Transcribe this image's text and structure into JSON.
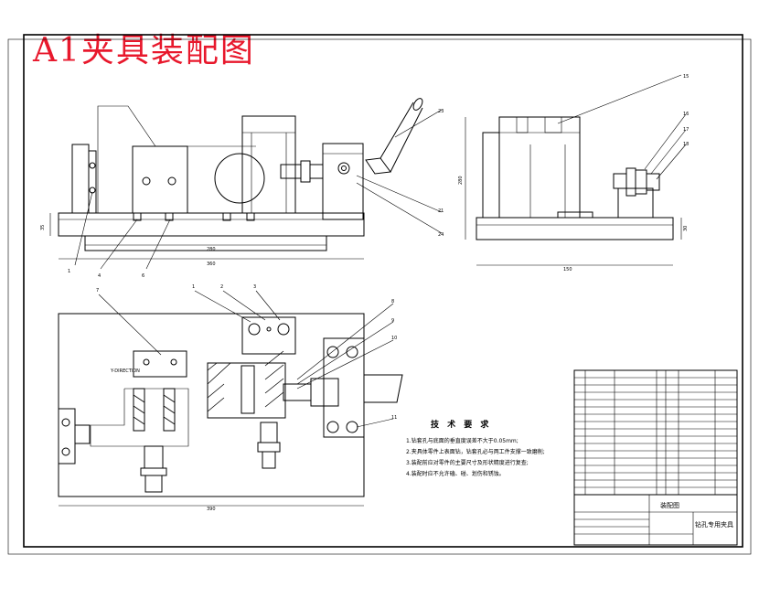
{
  "title": "A1夹具装配图",
  "front_view": {
    "dimensions": [
      "280",
      "360",
      "35"
    ],
    "balloons": [
      "1",
      "4",
      "6",
      "23",
      "21",
      "24"
    ]
  },
  "side_view": {
    "dimensions": [
      "150",
      "280",
      "30"
    ],
    "balloons": [
      "15",
      "16",
      "17",
      "18"
    ]
  },
  "top_view": {
    "dimensions": [
      "390"
    ],
    "balloons": [
      "1",
      "2",
      "3",
      "7",
      "8",
      "9",
      "10",
      "11"
    ],
    "section_label": "Y-DIRECTION"
  },
  "technical_requirements": {
    "heading": "技 术 要 求",
    "items": [
      "1.钻套孔与底面的垂直度误差不大于0.05mm;",
      "2.夹具体零件上表面钻，钻套孔必与两工件支撑一致磨削;",
      "3.装配前应对零件的主要尺寸及形状精度进行复查;",
      "4.装配时应不允许磕、碰、划伤和锈蚀。"
    ]
  },
  "title_block": {
    "drawing_name": "装配图",
    "product_name": "钻孔专用夹具"
  },
  "colors": {
    "title": "#e8182c",
    "line": "#000000",
    "background": "#ffffff"
  }
}
